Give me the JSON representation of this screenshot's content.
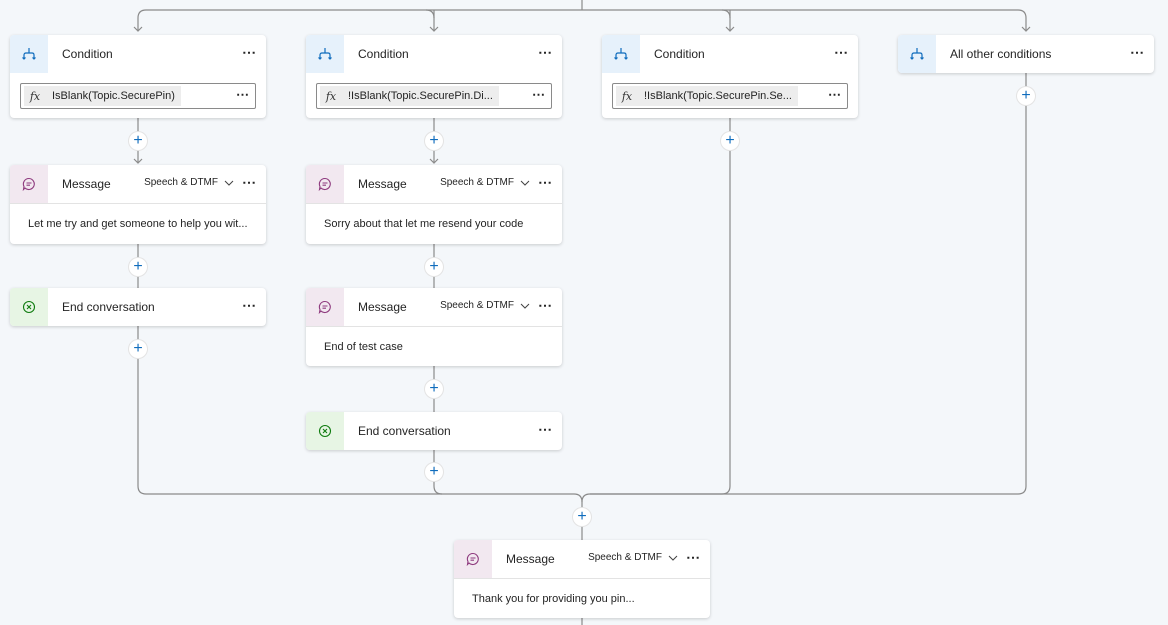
{
  "branches": [
    {
      "title": "Condition",
      "expression": "IsBlank(Topic.SecurePin)"
    },
    {
      "title": "Condition",
      "expression": "!IsBlank(Topic.SecurePin.Di..."
    },
    {
      "title": "Condition",
      "expression": "!IsBlank(Topic.SecurePin.Se..."
    },
    {
      "title": "All other conditions"
    }
  ],
  "branch1": {
    "message": {
      "title": "Message",
      "mode": "Speech & DTMF",
      "text": "Let me try and get someone to help you wit..."
    },
    "end": {
      "title": "End conversation"
    }
  },
  "branch2": {
    "message1": {
      "title": "Message",
      "mode": "Speech & DTMF",
      "text": "Sorry about that let me resend your code"
    },
    "message2": {
      "title": "Message",
      "mode": "Speech & DTMF",
      "text": "End of test case"
    },
    "end": {
      "title": "End conversation"
    }
  },
  "final_message": {
    "title": "Message",
    "mode": "Speech & DTMF",
    "text": "Thank you for providing you pin..."
  },
  "labels": {
    "more": "⋯",
    "fx": "fx",
    "add": "+"
  },
  "colors": {
    "accent": "#0f6cbd",
    "connector": "#8a8a8a",
    "condition_icon": "#0f6cbd",
    "message_icon": "#8e3a7e",
    "end_icon": "#107c10"
  }
}
